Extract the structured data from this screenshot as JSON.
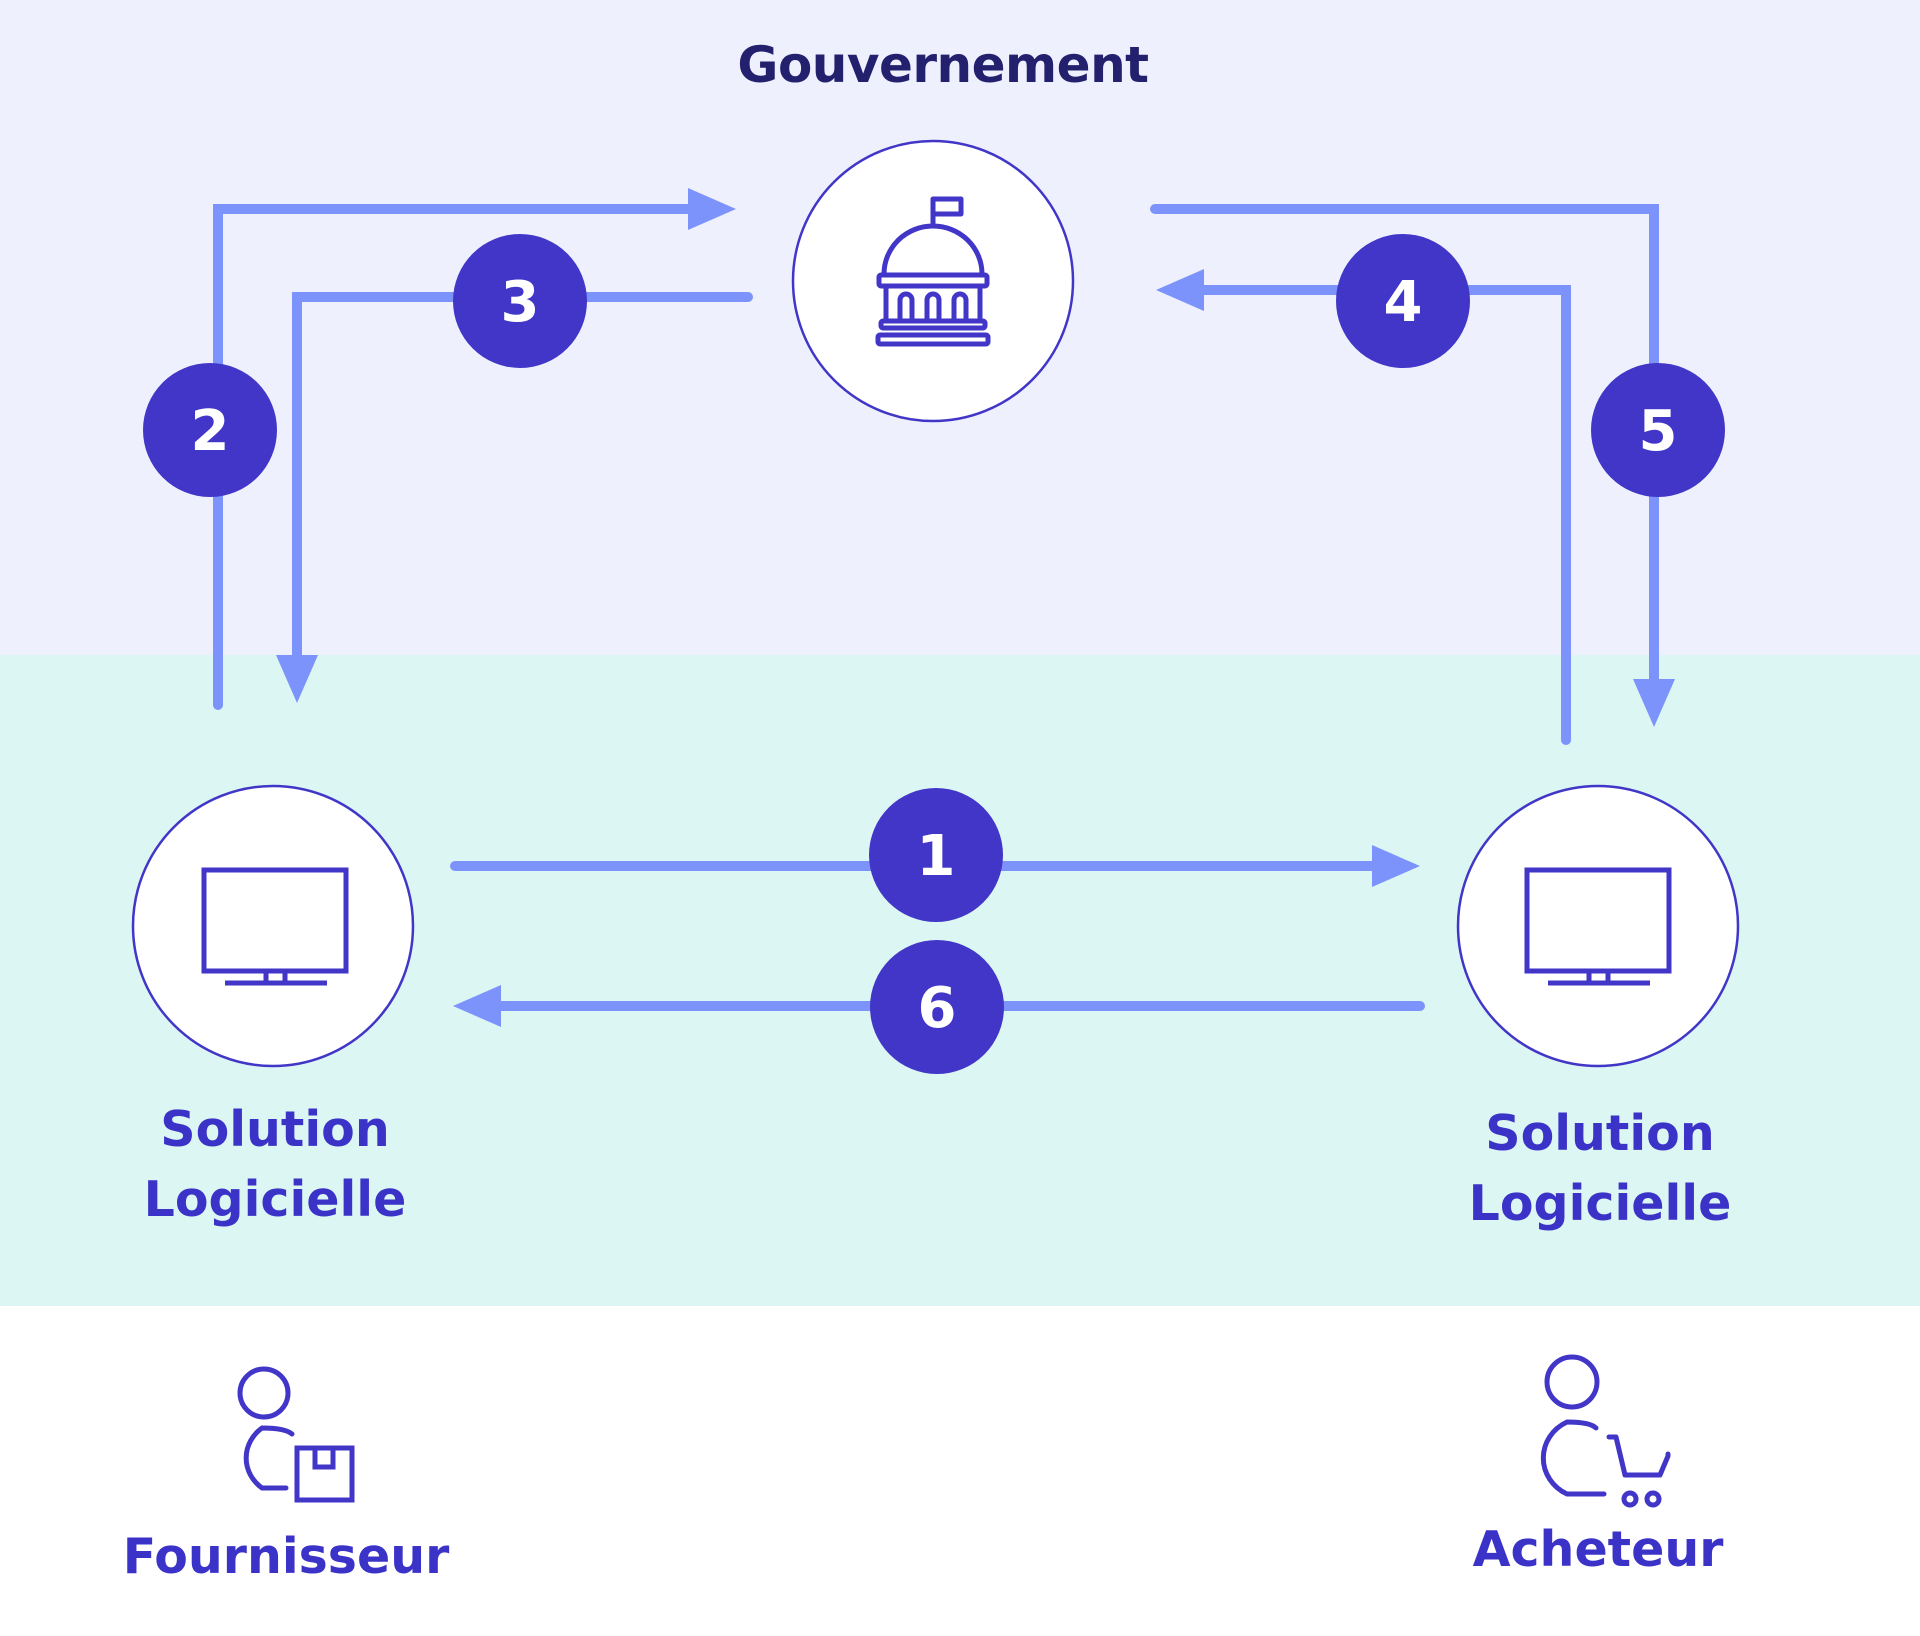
{
  "diagram": {
    "title": "Gouvernement",
    "nodes": {
      "government": {
        "label": "Gouvernement",
        "icon": "government-building-icon"
      },
      "supplier_software": {
        "label_line1": "Solution",
        "label_line2": "Logicielle",
        "icon": "monitor-icon"
      },
      "buyer_software": {
        "label_line1": "Solution",
        "label_line2": "Logicielle",
        "icon": "monitor-icon"
      }
    },
    "actors": {
      "supplier": {
        "label": "Fournisseur",
        "icon": "person-with-box-icon"
      },
      "buyer": {
        "label": "Acheteur",
        "icon": "person-with-cart-icon"
      }
    },
    "steps": [
      {
        "number": "1",
        "from": "Solution Logicielle (Fournisseur)",
        "to": "Solution Logicielle (Acheteur)"
      },
      {
        "number": "2",
        "from": "Solution Logicielle (Fournisseur)",
        "to": "Gouvernement"
      },
      {
        "number": "3",
        "from": "Gouvernement",
        "to": "Solution Logicielle (Fournisseur)"
      },
      {
        "number": "4",
        "from": "Solution Logicielle (Acheteur)",
        "to": "Gouvernement"
      },
      {
        "number": "5",
        "from": "Gouvernement",
        "to": "Solution Logicielle (Acheteur)"
      },
      {
        "number": "6",
        "from": "Solution Logicielle (Acheteur)",
        "to": "Solution Logicielle (Fournisseur)"
      }
    ],
    "colors": {
      "top_band": "#eef1fd",
      "middle_band": "#dcf6f3",
      "arrow": "#7b93fb",
      "badge": "#4136c8",
      "label": "#3b33c8",
      "title": "#23206e"
    }
  }
}
